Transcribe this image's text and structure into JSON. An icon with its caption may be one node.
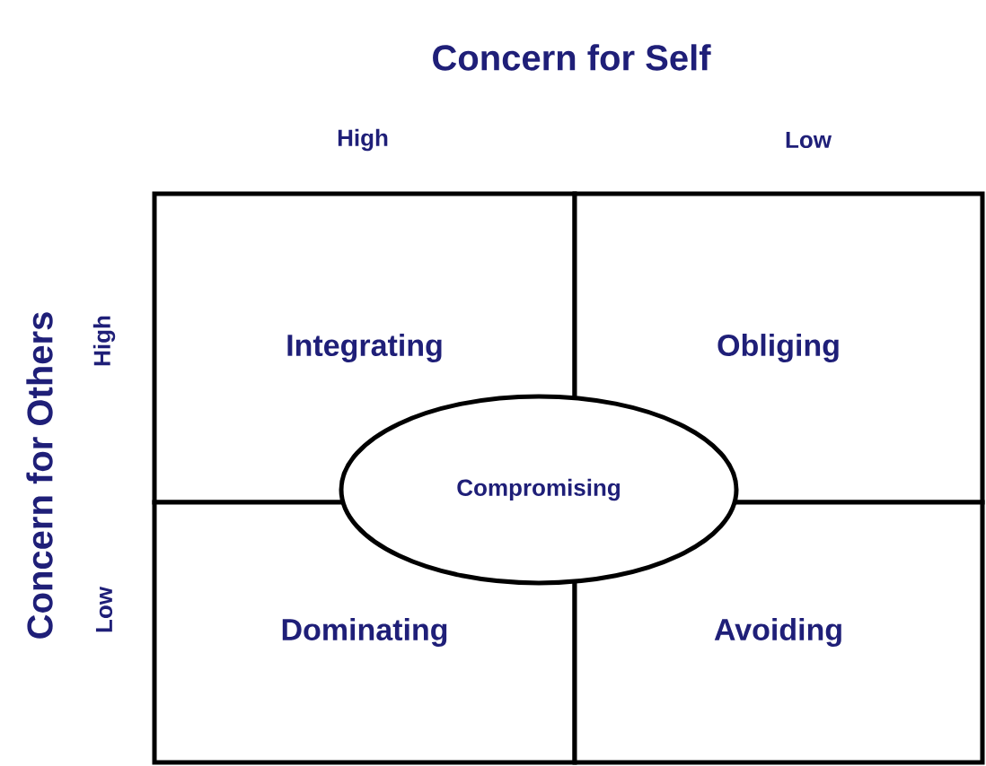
{
  "diagram": {
    "nodes": [
      {
        "text": [
          "Integrating"
        ]
      },
      {
        "text": [
          "Obliging"
        ]
      },
      {
        "text": [
          "Dominating"
        ]
      },
      {
        "text": [
          "Avoiding"
        ]
      },
      {
        "text": [
          "Compromising"
        ]
      }
    ],
    "labels": [
      "Concern for Self",
      "High",
      "Low",
      "Concern for Others",
      "High",
      "Low"
    ]
  }
}
